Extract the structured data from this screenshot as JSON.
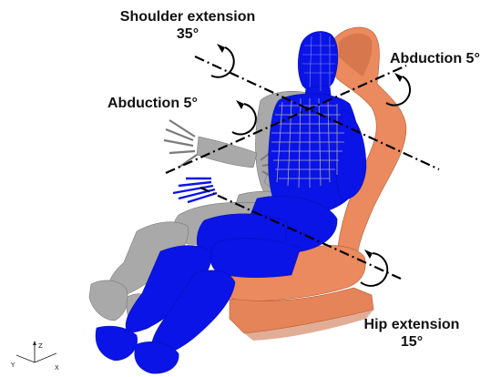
{
  "labels": {
    "shoulder_title": "Shoulder extension",
    "shoulder_value": "35°",
    "abduction_left": "Abduction 5°",
    "abduction_right": "Abduction 5°",
    "hip_title": "Hip extension",
    "hip_value": "15°"
  },
  "axes": {
    "z": "Z",
    "y": "Y",
    "x": "X"
  },
  "colors": {
    "seat": "#ea8a5e",
    "seat_shadow": "#c86a42",
    "occupant_blue": "#0a14e6",
    "dummy_grey": "#a9a9a9",
    "dummy_grey_dark": "#7a7a7a",
    "line": "#000000"
  }
}
